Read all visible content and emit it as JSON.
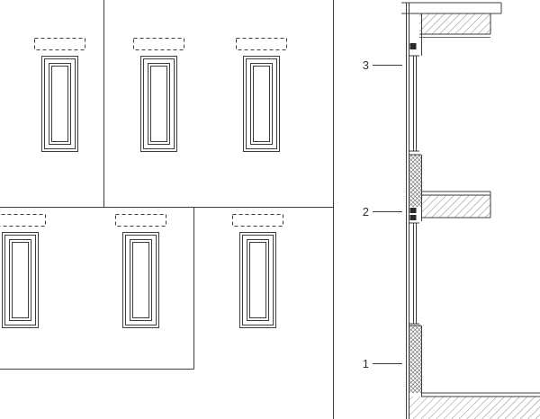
{
  "drawing": {
    "background_color": "#ffffff",
    "line_color": "#3c3c3c",
    "detail_fill_color": "#2a2a2a",
    "callouts": [
      {
        "label": "3"
      },
      {
        "label": "2"
      },
      {
        "label": "1"
      }
    ]
  }
}
